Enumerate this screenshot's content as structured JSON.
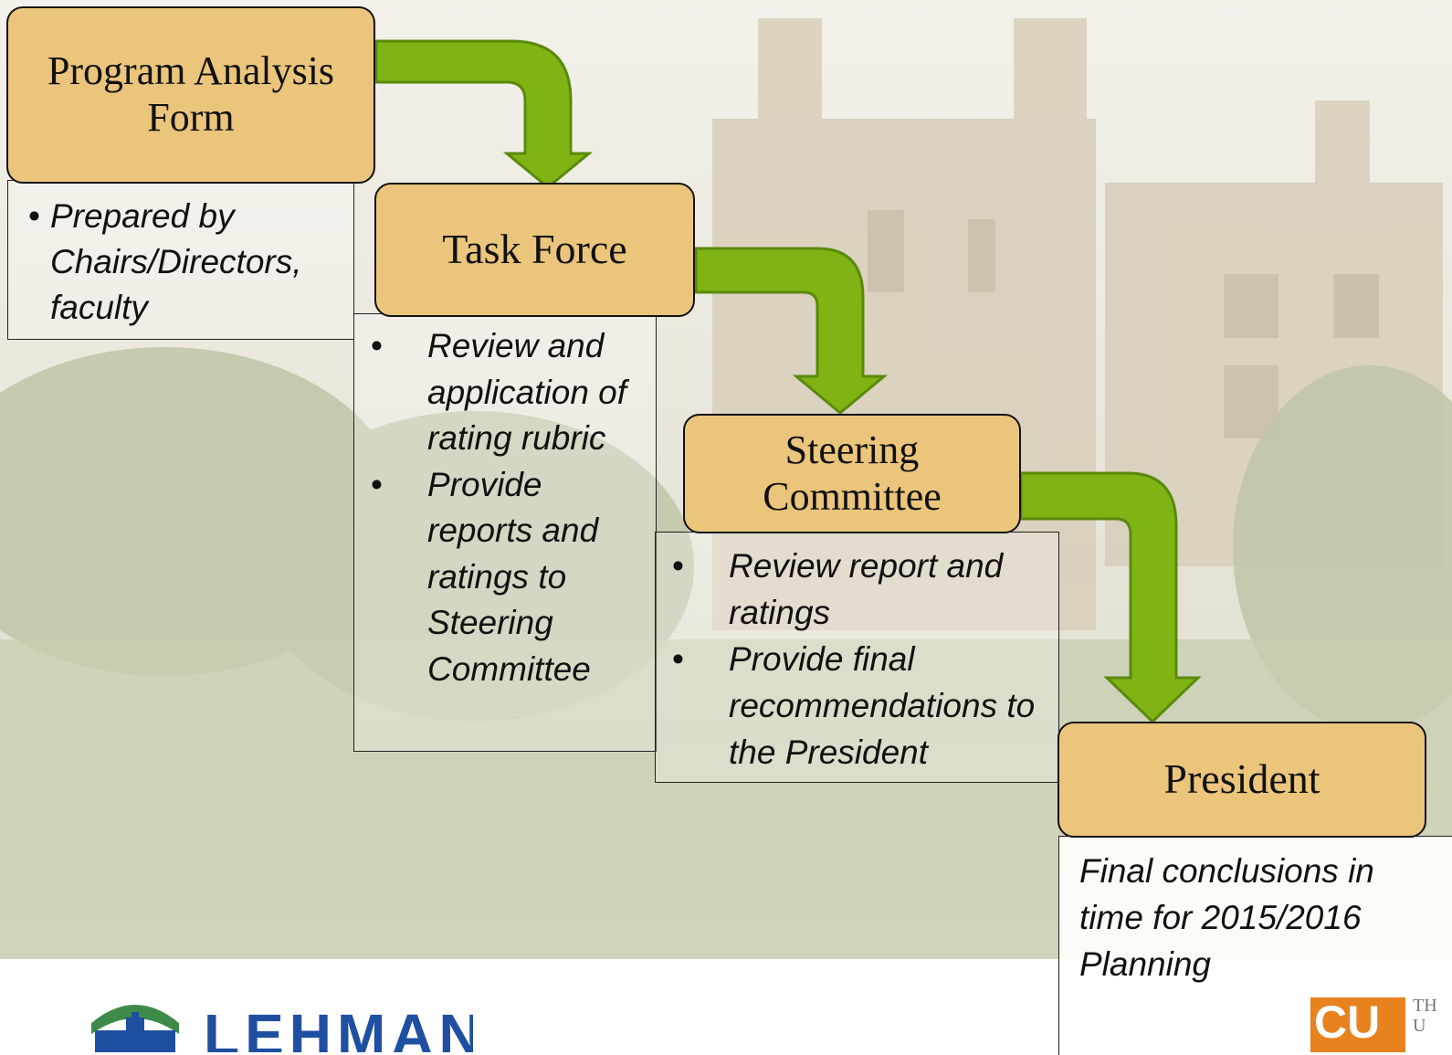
{
  "stages": [
    {
      "id": "program-analysis-form",
      "label": "Program Analysis Form"
    },
    {
      "id": "task-force",
      "label": "Task Force"
    },
    {
      "id": "steering-committee",
      "label": "Steering Committee"
    },
    {
      "id": "president",
      "label": "President"
    }
  ],
  "notes": {
    "program_analysis_form": [
      "Prepared by Chairs/Directors, faculty"
    ],
    "task_force": [
      "Review and application of rating rubric",
      "Provide reports and ratings to Steering Committee"
    ],
    "steering_committee": [
      "Review report and ratings",
      "Provide final recommendations to the President"
    ],
    "president": [
      "Final conclusions in time for 2015/2016 Planning"
    ]
  },
  "bullet_symbol": "•",
  "logos": {
    "lehman": "LEHMAN",
    "cuny": "CU",
    "cuny_side": "TH U"
  },
  "colors": {
    "stage_fill": "#ebc57c",
    "arrow_fill": "#7fb414",
    "arrow_stroke": "#5a8a0c",
    "lehman_blue": "#1f4fa0",
    "lehman_green": "#3d8a4a",
    "cuny_orange": "#e8821e"
  }
}
